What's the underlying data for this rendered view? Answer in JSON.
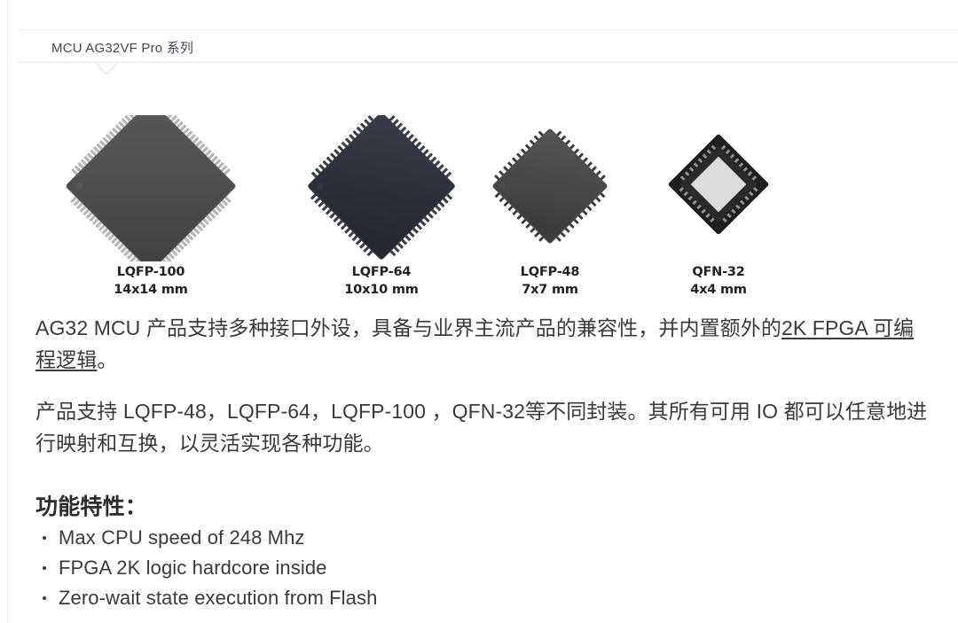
{
  "header": {
    "title": "MCU AG32VF Pro 系列",
    "notch_icon": "chevron-down-notch"
  },
  "chip_gallery": {
    "chips": [
      {
        "id": "lqfp-100",
        "name": "LQFP-100",
        "size": "14x14 mm",
        "body_color": "#4f4f4f",
        "pin_color": "#b4b4b4",
        "pin_count": 100,
        "package": "LQFP"
      },
      {
        "id": "lqfp-64",
        "name": "LQFP-64",
        "size": "10x10 mm",
        "body_color": "#2e303b",
        "pin_color": "#3d3f48",
        "pin_count": 64,
        "package": "LQFP"
      },
      {
        "id": "lqfp-48",
        "name": "LQFP-48",
        "size": "7x7 mm",
        "body_color": "#4a4a4a",
        "pin_color": "#3a3a3a",
        "pin_count": 48,
        "package": "LQFP"
      },
      {
        "id": "qfn-32",
        "name": "QFN-32",
        "size": "4x4 mm",
        "body_color": "#2b2b2b",
        "pin_color": "#1f1f1f",
        "pad_color": "#d9d9d9",
        "pin_count": 32,
        "package": "QFN"
      }
    ]
  },
  "content": {
    "paragraph1": {
      "part1": "AG32 MCU 产品支持多种接口外设，具备与业界主流产品的兼容性，并内置额外的",
      "underlined1": "2K FPGA 可编程逻辑",
      "part2": "。"
    },
    "paragraph2": "产品支持 LQFP-48，LQFP-64，LQFP-100 ，QFN-32等不同封装。其所有可用 IO 都可以任意地进行映射和互换，以灵活实现各种功能。"
  },
  "features": {
    "title": "功能特性：",
    "items": [
      "Max CPU speed of 248 Mhz",
      "FPGA 2K logic hardcore inside",
      "Zero-wait state execution from Flash"
    ]
  },
  "colors": {
    "page_background": "#ffffff",
    "border": "#e7e9ec",
    "text_primary": "#3a3a3a",
    "title_text": "#444a52"
  }
}
